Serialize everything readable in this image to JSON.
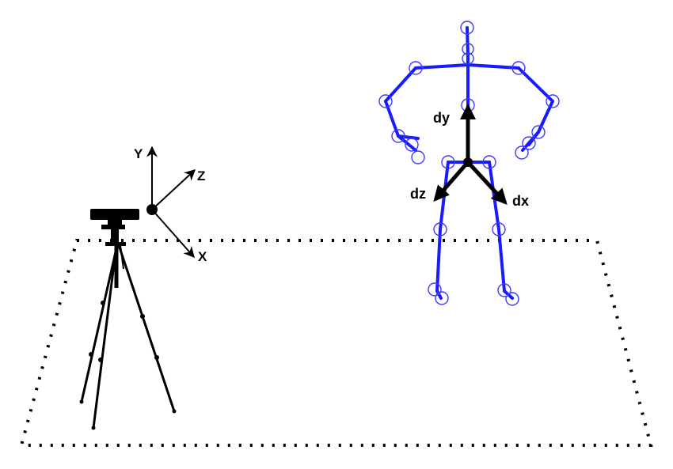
{
  "colors": {
    "skeleton": "#1a1aff",
    "joint": "#3b3bff",
    "ink": "#000000",
    "background": "#ffffff"
  },
  "camera_axes": {
    "y_label": "Y",
    "z_label": "Z",
    "x_label": "X"
  },
  "body_axes": {
    "dy_label": "dy",
    "dz_label": "dz",
    "dx_label": "dx"
  }
}
